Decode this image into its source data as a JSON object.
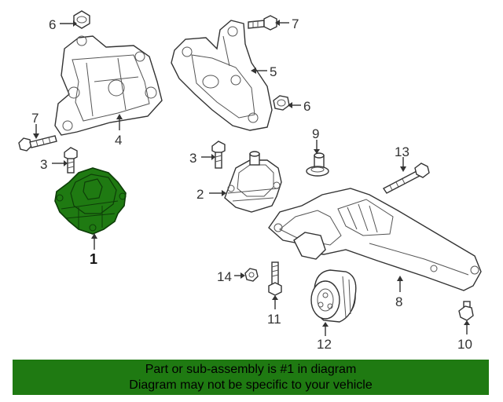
{
  "colors": {
    "highlight": "#1f7a12",
    "highlight_dark": "#0d3d08",
    "banner": "#1f7a12",
    "line": "#333333"
  },
  "callouts": {
    "c1": "1",
    "c2": "2",
    "c3a": "3",
    "c3b": "3",
    "c4": "4",
    "c5": "5",
    "c6a": "6",
    "c6b": "6",
    "c7a": "7",
    "c7b": "7",
    "c8": "8",
    "c9": "9",
    "c10": "10",
    "c11": "11",
    "c12": "12",
    "c13": "13",
    "c14": "14"
  },
  "highlighted_part": "1",
  "banner": {
    "line1": "Part or sub-assembly is #1 in diagram",
    "line2": "Diagram may not be specific to your vehicle"
  }
}
